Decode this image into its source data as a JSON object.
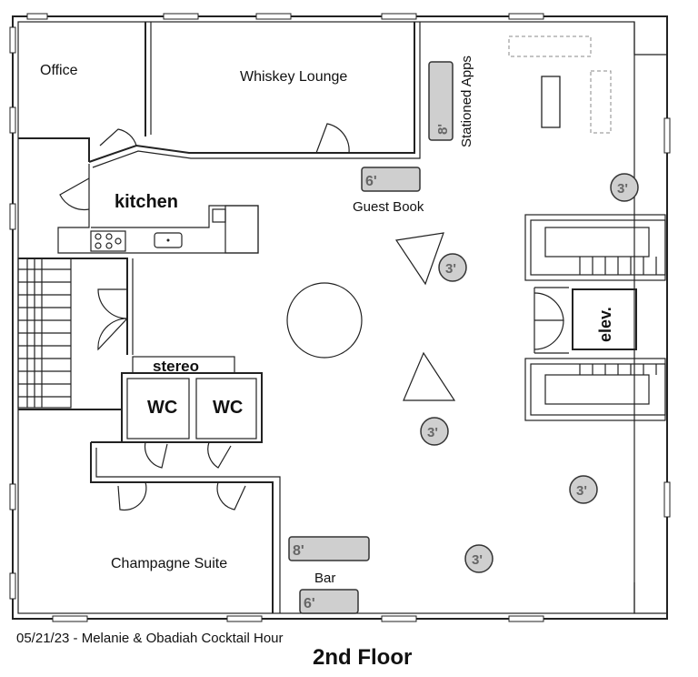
{
  "rooms": {
    "office": "Office",
    "whiskey_lounge": "Whiskey Lounge",
    "kitchen": "kitchen",
    "stereo": "stereo",
    "wc_left": "WC",
    "wc_right": "WC",
    "elevator": "elev.",
    "champagne_suite": "Champagne Suite"
  },
  "stations": {
    "stationed_apps_label": "Stationed Apps",
    "stationed_apps_size": "8'",
    "guest_book_label": "Guest Book",
    "guest_book_size": "6'",
    "bar_label": "Bar",
    "bar_top_size": "8'",
    "bar_bottom_size": "6'"
  },
  "cocktail_tables": [
    "3'",
    "3'",
    "3'",
    "3'",
    "3'"
  ],
  "footer": {
    "event": "05/21/23 - Melanie & Obadiah Cocktail Hour",
    "floor": "2nd Floor"
  }
}
